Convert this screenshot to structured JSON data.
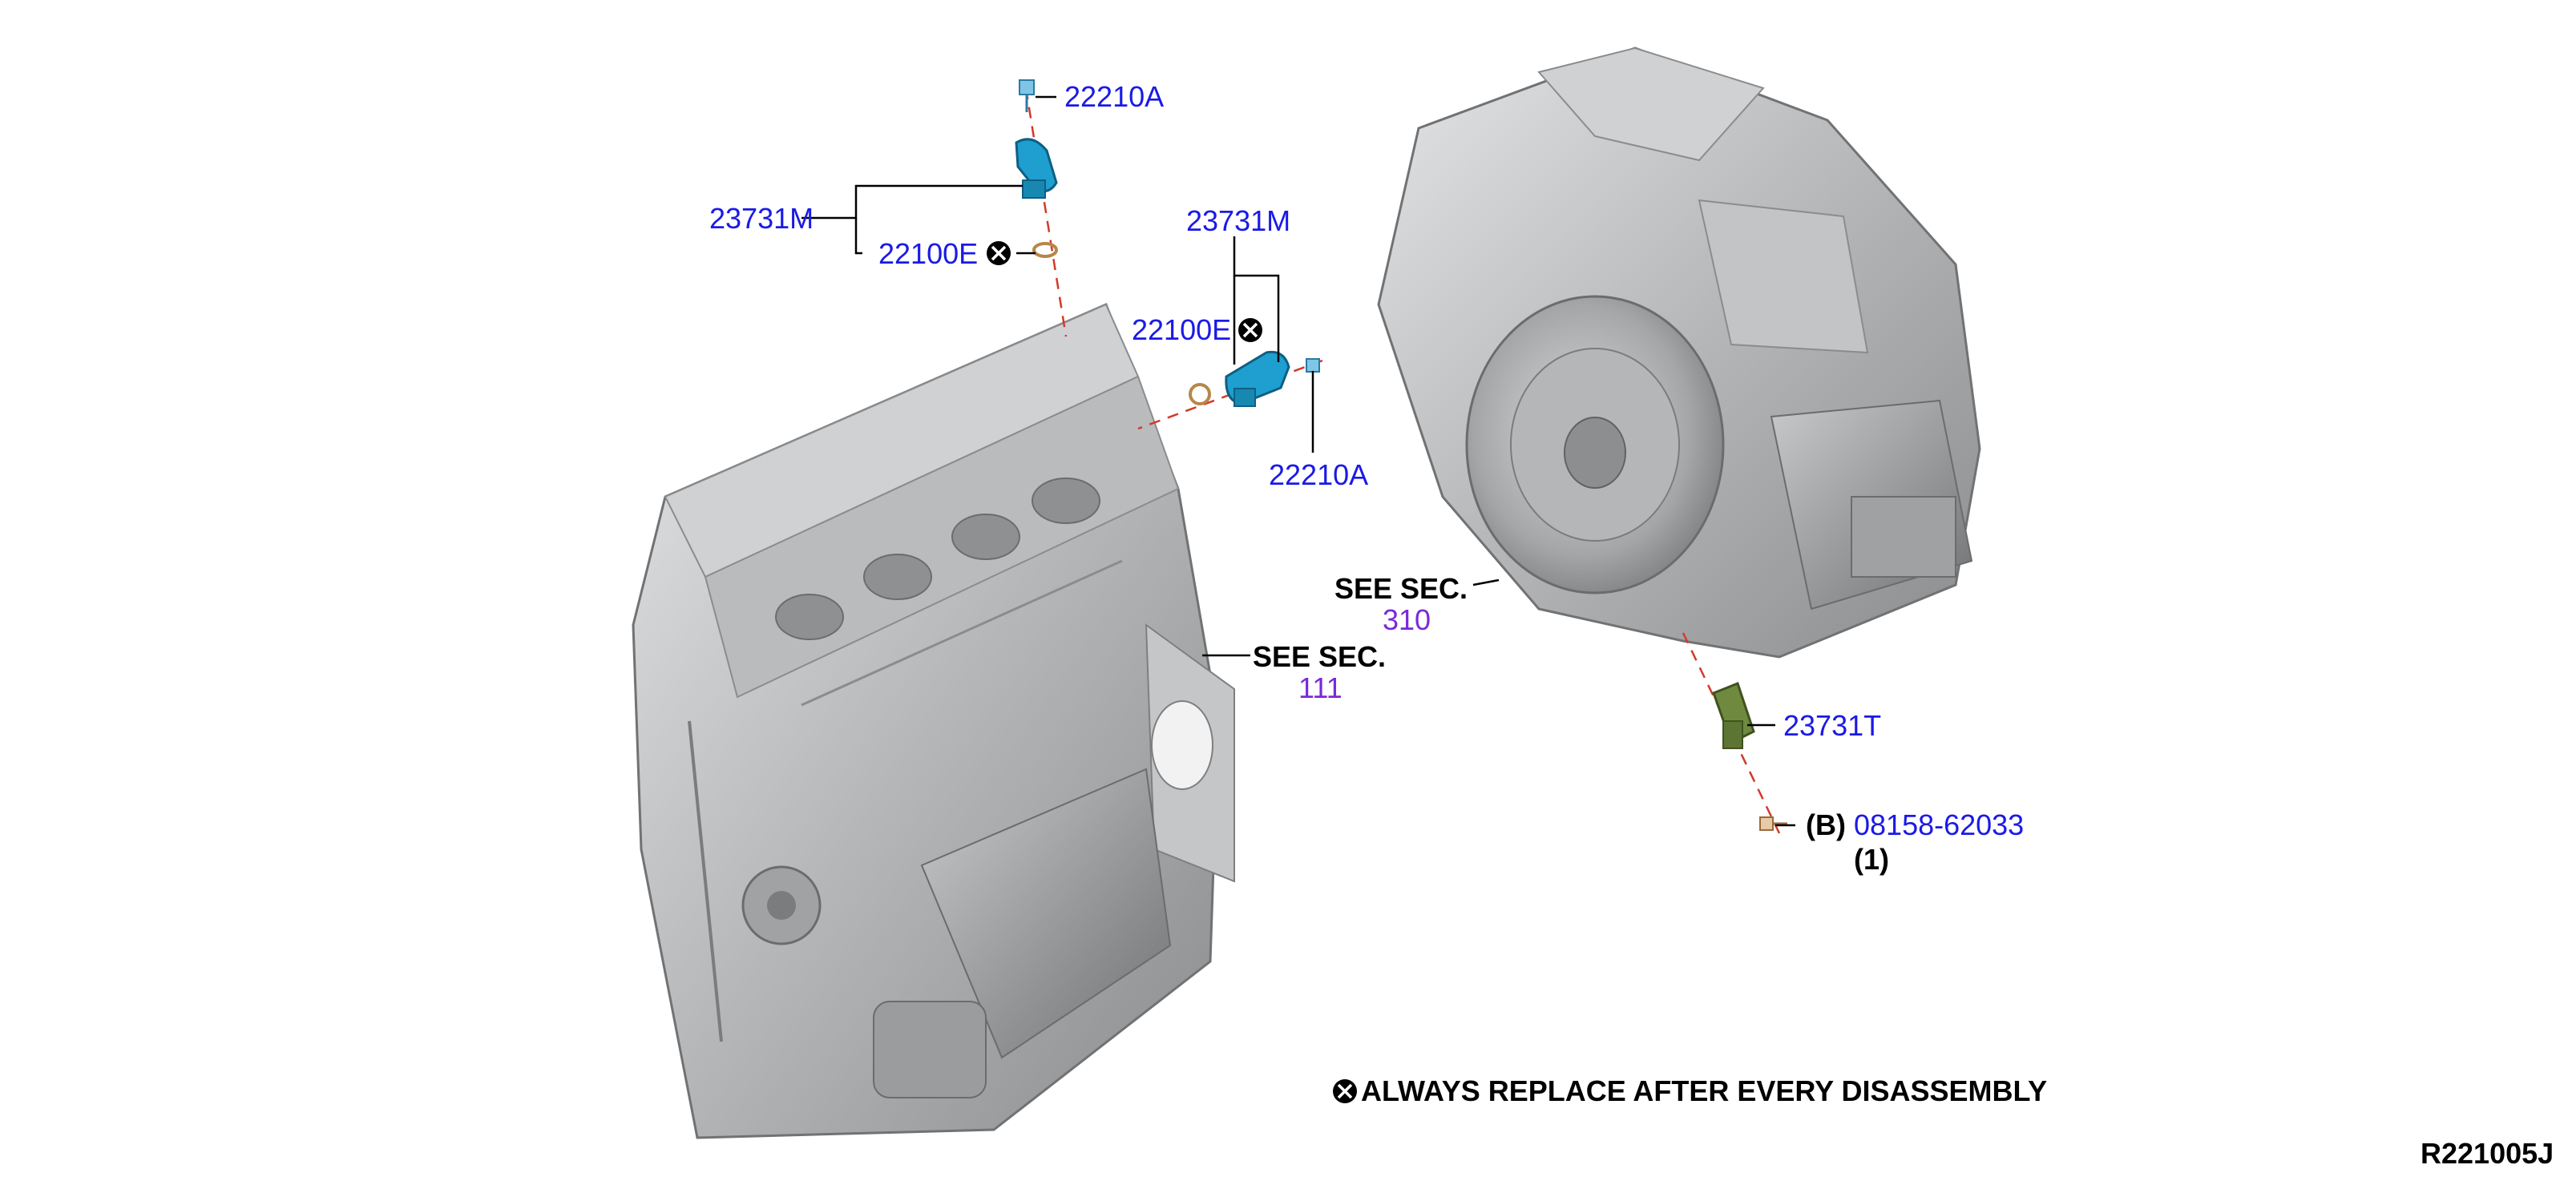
{
  "labels": {
    "p_22210A_top": "22210A",
    "p_23731M_left": "23731M",
    "p_22100E_left": "22100E",
    "p_23731M_right": "23731M",
    "p_22100E_right": "22100E",
    "p_22210A_right": "22210A",
    "see_sec_310": "SEE SEC.",
    "sec_310": "310",
    "see_sec_111": "SEE SEC.",
    "sec_111": "111",
    "p_23731T": "23731T",
    "b_marker": "(B)",
    "p_08158": "08158-62033",
    "qty": "(1)",
    "note": "ALWAYS REPLACE AFTER EVERY DISASSEMBLY",
    "ref": "R221005J"
  },
  "colors": {
    "part_number": "#1a1ae6",
    "section_ref": "#7a2ad8",
    "sensor_blue": "#1e9fcf",
    "sensor_green": "#6f8a3e",
    "casting_gray": "#a9abad"
  }
}
